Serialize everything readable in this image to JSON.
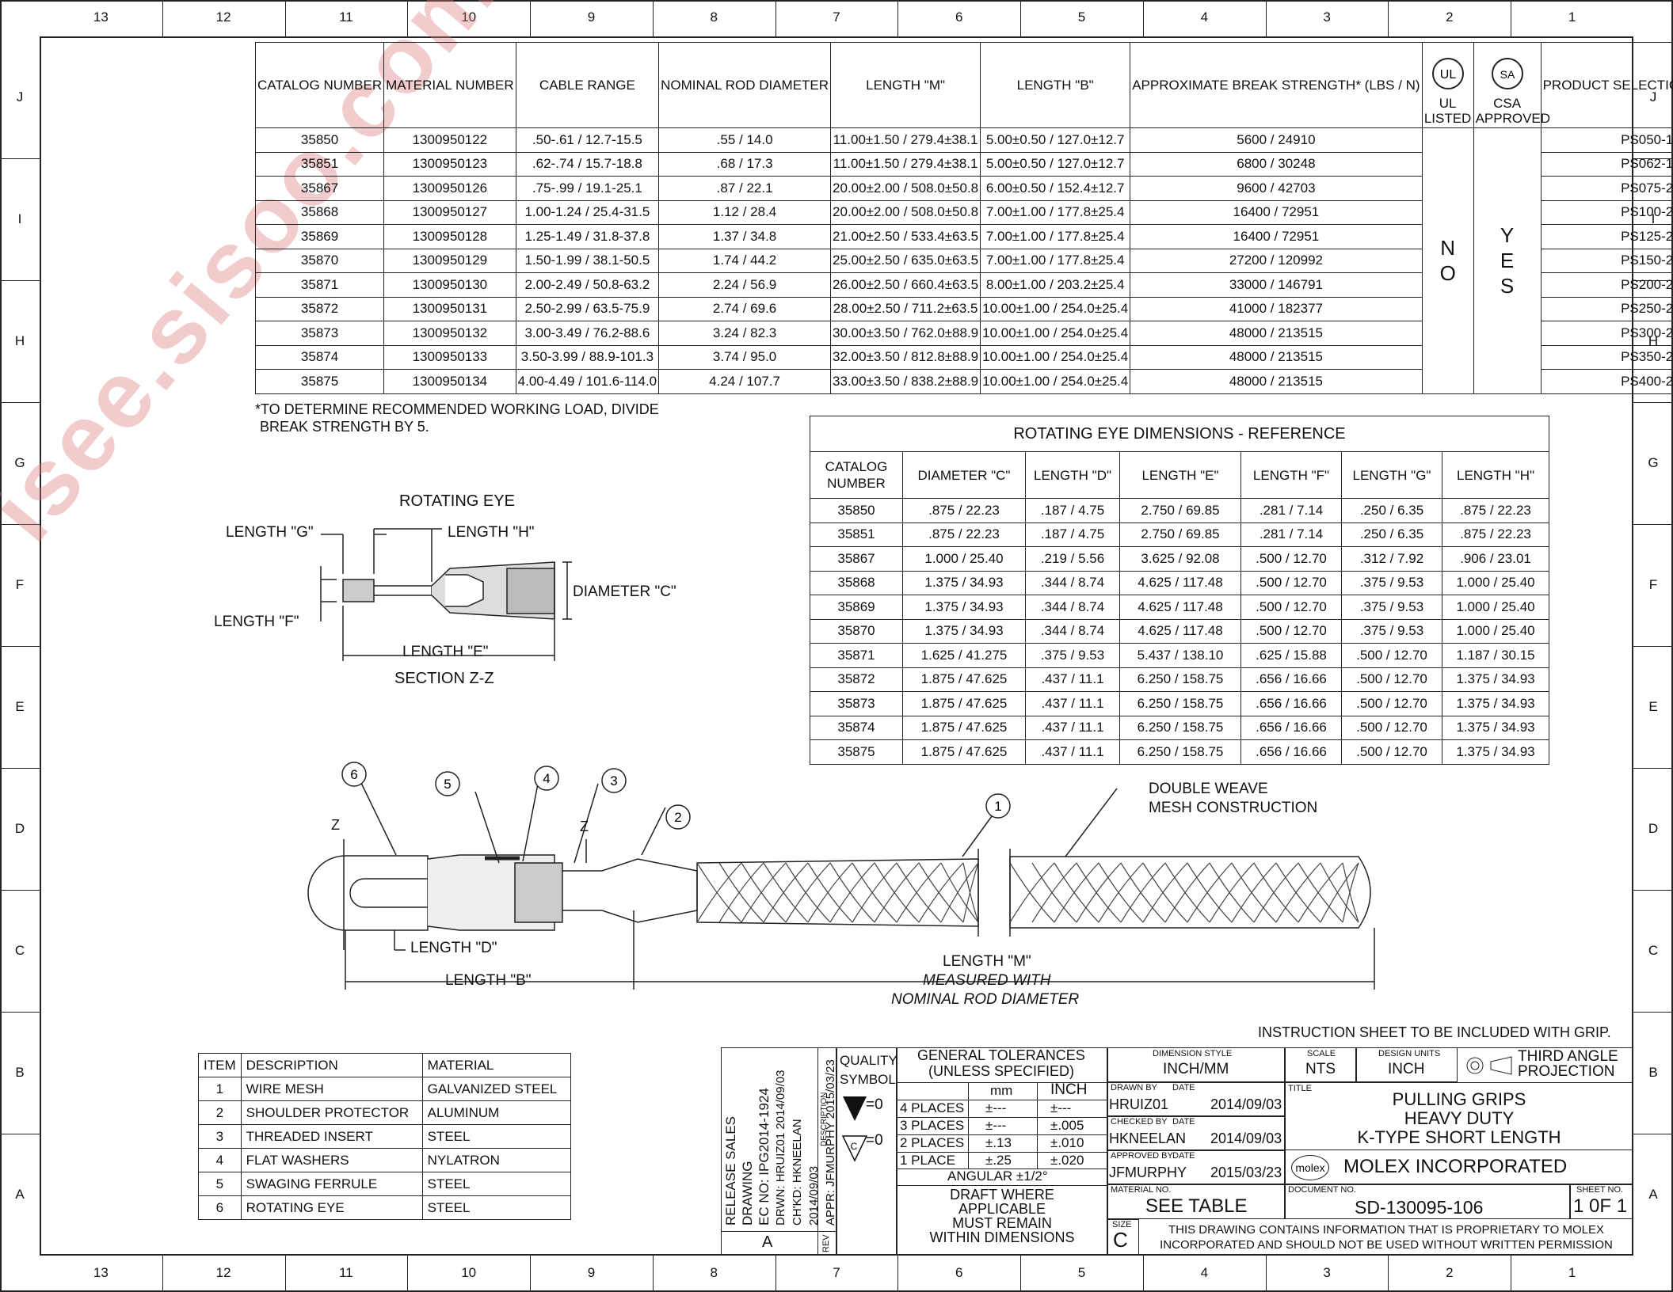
{
  "zones": {
    "cols": [
      "13",
      "12",
      "11",
      "10",
      "9",
      "8",
      "7",
      "6",
      "5",
      "4",
      "3",
      "2",
      "1"
    ],
    "rows": [
      "J",
      "I",
      "H",
      "G",
      "F",
      "E",
      "D",
      "C",
      "B",
      "A"
    ]
  },
  "main_table": {
    "headers": [
      "CATALOG NUMBER",
      "MATERIAL NUMBER",
      "CABLE RANGE",
      "NOMINAL ROD DIAMETER",
      "LENGTH \"M\"",
      "LENGTH \"B\"",
      "APPROXIMATE BREAK STRENGTH* (LBS / N)",
      "UL LISTED",
      "CSA APPROVED",
      "PRODUCT SELECTION NUMBER"
    ],
    "ul_value": "N O",
    "csa_value": "Y E S",
    "rows": [
      [
        "35850",
        "1300950122",
        ".50-.61 / 12.7-15.5",
        ".55 / 14.0",
        "11.00±1.50 / 279.4±38.1",
        "5.00±0.50 / 127.0±12.7",
        "5600 / 24910",
        "PS050-1"
      ],
      [
        "35851",
        "1300950123",
        ".62-.74 / 15.7-18.8",
        ".68 / 17.3",
        "11.00±1.50 / 279.4±38.1",
        "5.00±0.50 / 127.0±12.7",
        "6800 / 30248",
        "PS062-1"
      ],
      [
        "35867",
        "1300950126",
        ".75-.99 / 19.1-25.1",
        ".87 / 22.1",
        "20.00±2.00 / 508.0±50.8",
        "6.00±0.50 / 152.4±12.7",
        "9600 / 42703",
        "PS075-2"
      ],
      [
        "35868",
        "1300950127",
        "1.00-1.24 / 25.4-31.5",
        "1.12 / 28.4",
        "20.00±2.00 / 508.0±50.8",
        "7.00±1.00 / 177.8±25.4",
        "16400 / 72951",
        "PS100-2"
      ],
      [
        "35869",
        "1300950128",
        "1.25-1.49 / 31.8-37.8",
        "1.37 / 34.8",
        "21.00±2.50 / 533.4±63.5",
        "7.00±1.00 / 177.8±25.4",
        "16400 / 72951",
        "PS125-2"
      ],
      [
        "35870",
        "1300950129",
        "1.50-1.99 / 38.1-50.5",
        "1.74 / 44.2",
        "25.00±2.50 / 635.0±63.5",
        "7.00±1.00 / 177.8±25.4",
        "27200 / 120992",
        "PS150-2"
      ],
      [
        "35871",
        "1300950130",
        "2.00-2.49 / 50.8-63.2",
        "2.24 / 56.9",
        "26.00±2.50 / 660.4±63.5",
        "8.00±1.00 / 203.2±25.4",
        "33000 / 146791",
        "PS200-2"
      ],
      [
        "35872",
        "1300950131",
        "2.50-2.99 / 63.5-75.9",
        "2.74 / 69.6",
        "28.00±2.50 / 711.2±63.5",
        "10.00±1.00 / 254.0±25.4",
        "41000 / 182377",
        "PS250-2"
      ],
      [
        "35873",
        "1300950132",
        "3.00-3.49 / 76.2-88.6",
        "3.24 / 82.3",
        "30.00±3.50 / 762.0±88.9",
        "10.00±1.00 / 254.0±25.4",
        "48000 / 213515",
        "PS300-2"
      ],
      [
        "35874",
        "1300950133",
        "3.50-3.99 / 88.9-101.3",
        "3.74 / 95.0",
        "32.00±3.50 / 812.8±88.9",
        "10.00±1.00 / 254.0±25.4",
        "48000 / 213515",
        "PS350-2"
      ],
      [
        "35875",
        "1300950134",
        "4.00-4.49 / 101.6-114.0",
        "4.24 / 107.7",
        "33.00±3.50 / 838.2±88.9",
        "10.00±1.00 / 254.0±25.4",
        "48000 / 213515",
        "PS400-2"
      ]
    ],
    "footnote_1": "*TO DETERMINE RECOMMENDED WORKING LOAD, DIVIDE",
    "footnote_2": "BREAK STRENGTH BY 5."
  },
  "ref_table": {
    "caption": "ROTATING EYE DIMENSIONS - REFERENCE",
    "headers": [
      "CATALOG NUMBER",
      "DIAMETER \"C\"",
      "LENGTH \"D\"",
      "LENGTH \"E\"",
      "LENGTH \"F\"",
      "LENGTH \"G\"",
      "LENGTH \"H\""
    ],
    "rows": [
      [
        "35850",
        ".875 / 22.23",
        ".187 / 4.75",
        "2.750 / 69.85",
        ".281 / 7.14",
        ".250 / 6.35",
        ".875 / 22.23"
      ],
      [
        "35851",
        ".875 / 22.23",
        ".187 / 4.75",
        "2.750 / 69.85",
        ".281 / 7.14",
        ".250 / 6.35",
        ".875 / 22.23"
      ],
      [
        "35867",
        "1.000 / 25.40",
        ".219 / 5.56",
        "3.625 / 92.08",
        ".500 / 12.70",
        ".312 / 7.92",
        ".906 / 23.01"
      ],
      [
        "35868",
        "1.375 / 34.93",
        ".344 / 8.74",
        "4.625 / 117.48",
        ".500 / 12.70",
        ".375 / 9.53",
        "1.000 / 25.40"
      ],
      [
        "35869",
        "1.375 / 34.93",
        ".344 / 8.74",
        "4.625 / 117.48",
        ".500 / 12.70",
        ".375 / 9.53",
        "1.000 / 25.40"
      ],
      [
        "35870",
        "1.375 / 34.93",
        ".344 / 8.74",
        "4.625 / 117.48",
        ".500 / 12.70",
        ".375 / 9.53",
        "1.000 / 25.40"
      ],
      [
        "35871",
        "1.625 / 41.275",
        ".375 / 9.53",
        "5.437 / 138.10",
        ".625 / 15.88",
        ".500 / 12.70",
        "1.187 / 30.15"
      ],
      [
        "35872",
        "1.875 / 47.625",
        ".437 / 11.1",
        "6.250 / 158.75",
        ".656 / 16.66",
        ".500 / 12.70",
        "1.375 / 34.93"
      ],
      [
        "35873",
        "1.875 / 47.625",
        ".437 / 11.1",
        "6.250 / 158.75",
        ".656 / 16.66",
        ".500 / 12.70",
        "1.375 / 34.93"
      ],
      [
        "35874",
        "1.875 / 47.625",
        ".437 / 11.1",
        "6.250 / 158.75",
        ".656 / 16.66",
        ".500 / 12.70",
        "1.375 / 34.93"
      ],
      [
        "35875",
        "1.875 / 47.625",
        ".437 / 11.1",
        "6.250 / 158.75",
        ".656 / 16.66",
        ".500 / 12.70",
        "1.375 / 34.93"
      ]
    ]
  },
  "eye_detail": {
    "title": "ROTATING EYE",
    "length_g": "LENGTH \"G\"",
    "length_h": "LENGTH \"H\"",
    "diameter_c": "DIAMETER \"C\"",
    "length_f": "LENGTH \"F\"",
    "length_e": "LENGTH \"E\"",
    "section": "SECTION Z-Z"
  },
  "grip_drawing": {
    "balloons": [
      "1",
      "2",
      "3",
      "4",
      "5",
      "6"
    ],
    "z_label": "Z",
    "mesh_note_1": "DOUBLE WEAVE",
    "mesh_note_2": "MESH CONSTRUCTION",
    "length_d": "LENGTH \"D\"",
    "length_b": "LENGTH \"B\"",
    "length_m": "LENGTH \"M\"",
    "measured_1": "MEASURED WITH",
    "measured_2": "NOMINAL ROD DIAMETER"
  },
  "items": {
    "headers": [
      "ITEM",
      "DESCRIPTION",
      "MATERIAL"
    ],
    "rows": [
      [
        "1",
        "WIRE MESH",
        "GALVANIZED STEEL"
      ],
      [
        "2",
        "SHOULDER PROTECTOR",
        "ALUMINUM"
      ],
      [
        "3",
        "THREADED INSERT",
        "STEEL"
      ],
      [
        "4",
        "FLAT WASHERS",
        "NYLATRON"
      ],
      [
        "5",
        "SWAGING FERRULE",
        "STEEL"
      ],
      [
        "6",
        "ROTATING EYE",
        "STEEL"
      ]
    ]
  },
  "revision": {
    "release": "RELEASE SALES DRAWING",
    "ec": "EC NO: IPG2014-1924",
    "drwn": "DRWN: HRUIZ01     2014/09/03",
    "chkd": "CH'KD: HKNEELAN  2014/09/03",
    "appr": "APPR: JFMURPHY  2015/03/23",
    "description_label": "DESCRIPTION",
    "rev_label": "REV",
    "rev_value": "A"
  },
  "title_block": {
    "instruction": "INSTRUCTION SHEET TO BE INCLUDED WITH GRIP.",
    "quality_symbol": "QUALITY SYMBOL",
    "qs_1": "=0",
    "qs_2": "=0",
    "tol_title_1": "GENERAL TOLERANCES",
    "tol_title_2": "(UNLESS SPECIFIED)",
    "mm": "mm",
    "inch": "INCH",
    "tol_rows": [
      [
        "4 PLACES",
        "±---",
        "±---"
      ],
      [
        "3 PLACES",
        "±---",
        "±.005"
      ],
      [
        "2 PLACES",
        "±.13",
        "±.010"
      ],
      [
        "1 PLACE",
        "±.25",
        "±.020"
      ]
    ],
    "angular": "ANGULAR ±1/2°",
    "draft_1": "DRAFT WHERE",
    "draft_2": "APPLICABLE",
    "draft_3": "MUST REMAIN",
    "draft_4": "WITHIN DIMENSIONS",
    "dim_style_label": "DIMENSION STYLE",
    "dim_style": "INCH/MM",
    "scale_label": "SCALE",
    "scale": "NTS",
    "units_label": "DESIGN UNITS",
    "units": "INCH",
    "projection_1": "THIRD ANGLE",
    "projection_2": "PROJECTION",
    "drawn_by_label": "DRAWN BY",
    "date_label": "DATE",
    "drawn_by": "HRUIZ01",
    "drawn_date": "2014/09/03",
    "checked_by_label": "CHECKED BY",
    "checked_by": "HKNEELAN",
    "checked_date": "2014/09/03",
    "approved_by_label": "APPROVED BY",
    "approved_by": "JFMURPHY",
    "approved_date": "2015/03/23",
    "title_label": "TITLE",
    "title_1": "PULLING GRIPS",
    "title_2": "HEAVY DUTY",
    "title_3": "K-TYPE SHORT LENGTH",
    "logo": "molex",
    "company": "MOLEX INCORPORATED",
    "material_no_label": "MATERIAL NO.",
    "material_no": "SEE TABLE",
    "document_no_label": "DOCUMENT NO.",
    "document_no": "SD-130095-106",
    "sheet_label": "SHEET NO.",
    "sheet": "1 0F 1",
    "size_label": "SIZE",
    "size": "C",
    "proprietary_1": "THIS DRAWING CONTAINS INFORMATION THAT IS PROPRIETARY TO MOLEX",
    "proprietary_2": "INCORPORATED AND SHOULD NOT BE USED WITHOUT WRITTEN PERMISSION"
  },
  "watermark": "isee.sisoo.com"
}
